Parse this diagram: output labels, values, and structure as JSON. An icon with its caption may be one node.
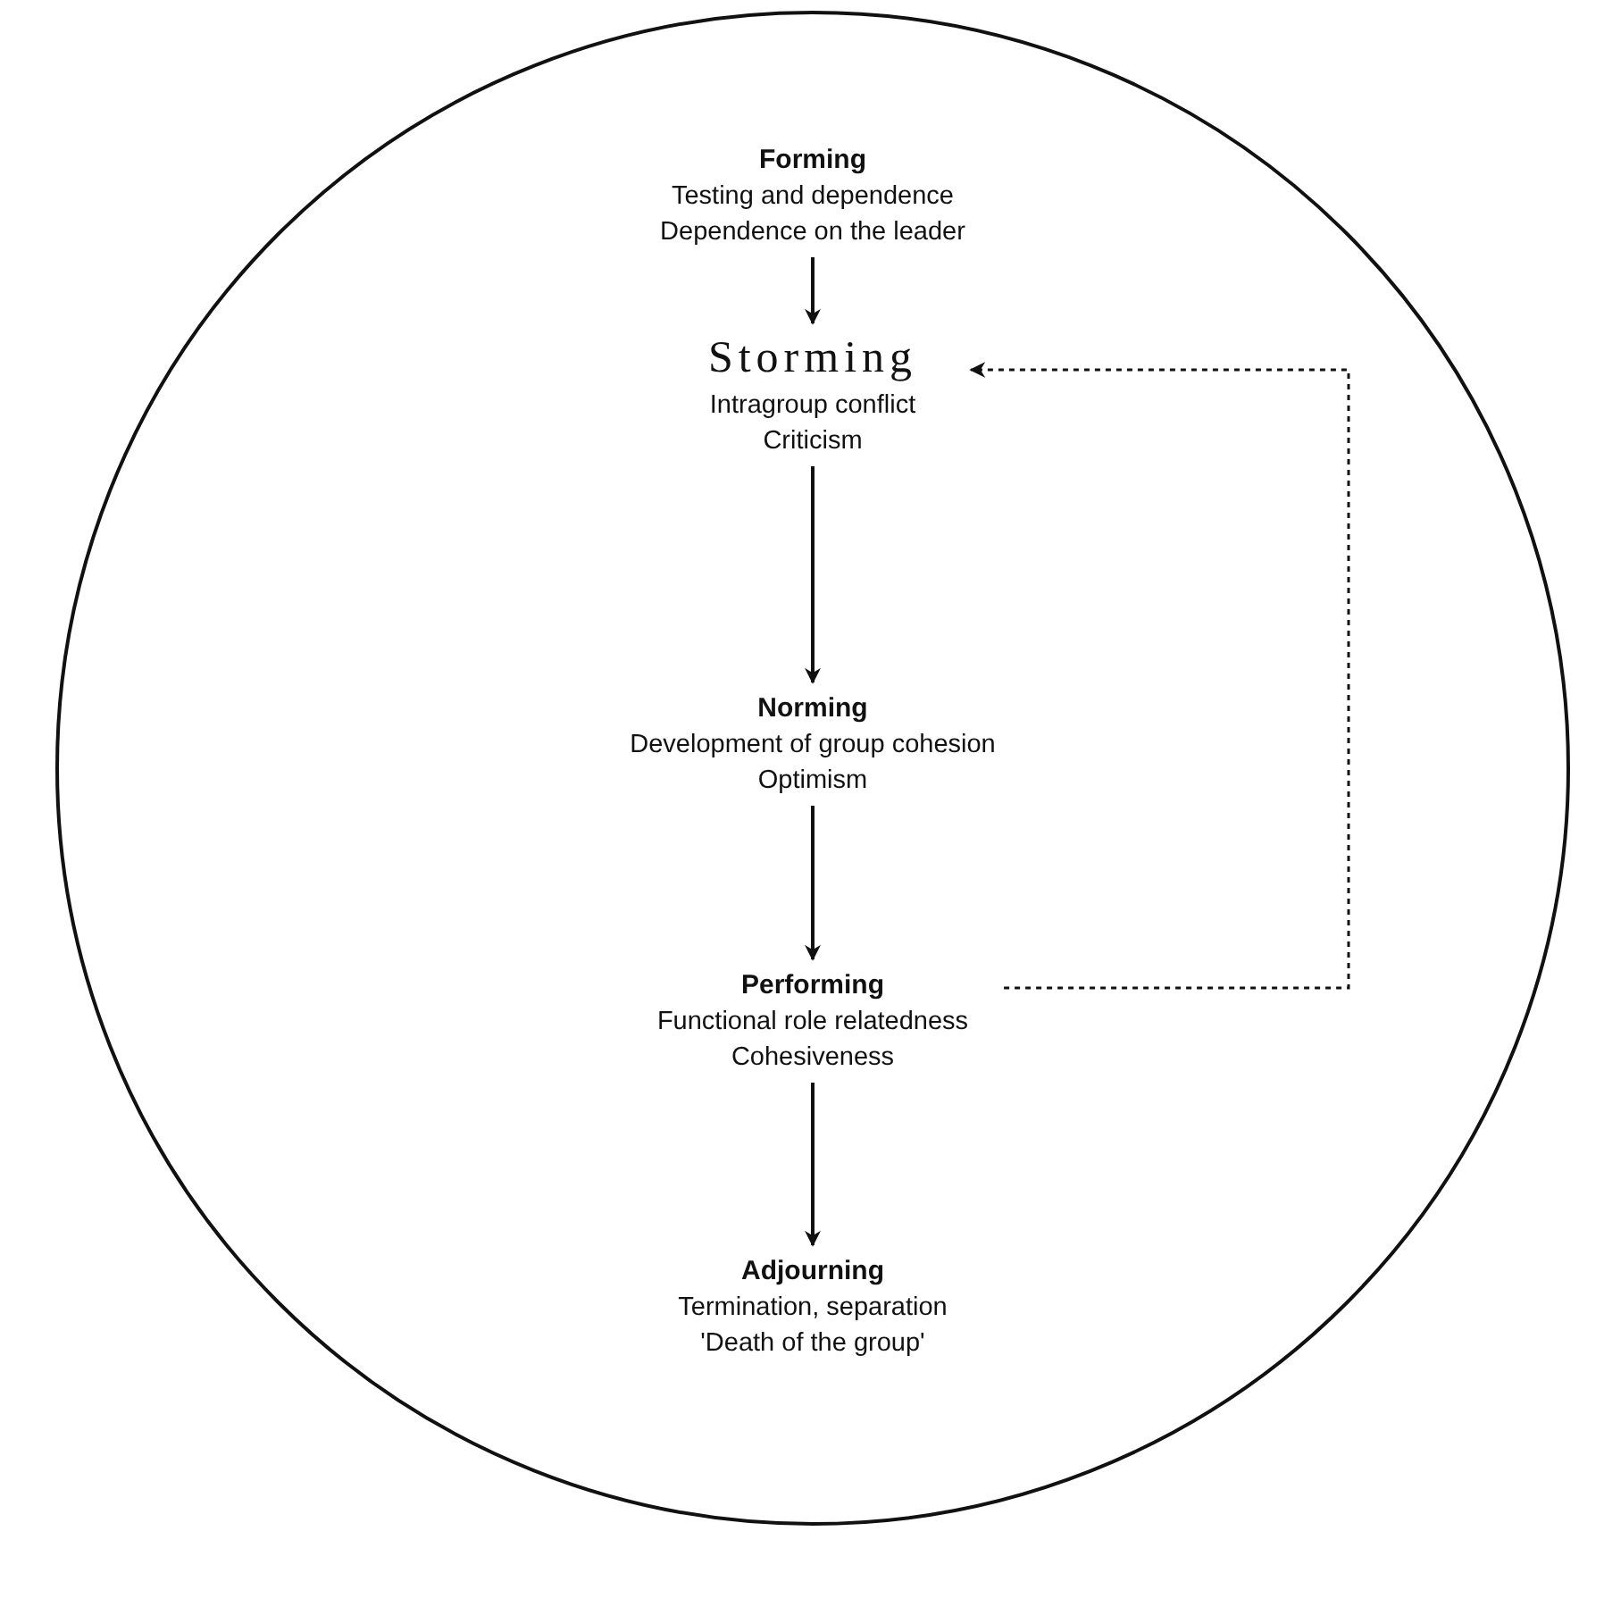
{
  "diagram": {
    "nodes": [
      {
        "text": [],
        "shape": "circle"
      },
      {
        "text": [
          "Forming",
          "Testing and dependence",
          "Dependence on the leader"
        ],
        "in": 0
      },
      {
        "text": [
          "Storming",
          "Intragroup conflict",
          "Criticism"
        ],
        "in": 0
      },
      {
        "text": [
          "Norming",
          "Development of group cohesion",
          "Optimism"
        ],
        "in": 0
      },
      {
        "text": [
          "Performing",
          "Functional role relatedness",
          "Cohesiveness"
        ],
        "in": 0
      },
      {
        "text": [
          "Adjourning",
          "Termination, separation",
          "'Death of the group'"
        ],
        "in": 0
      }
    ],
    "edges": [
      {
        "from": 1,
        "to": 2,
        "arrow": "to"
      },
      {
        "from": 2,
        "to": 3,
        "arrow": "to"
      },
      {
        "from": 3,
        "to": 4,
        "arrow": "to"
      },
      {
        "from": 4,
        "to": 5,
        "arrow": "to"
      },
      {
        "from": 4,
        "to": 2,
        "arrow": "to",
        "style": "dashed"
      }
    ]
  }
}
